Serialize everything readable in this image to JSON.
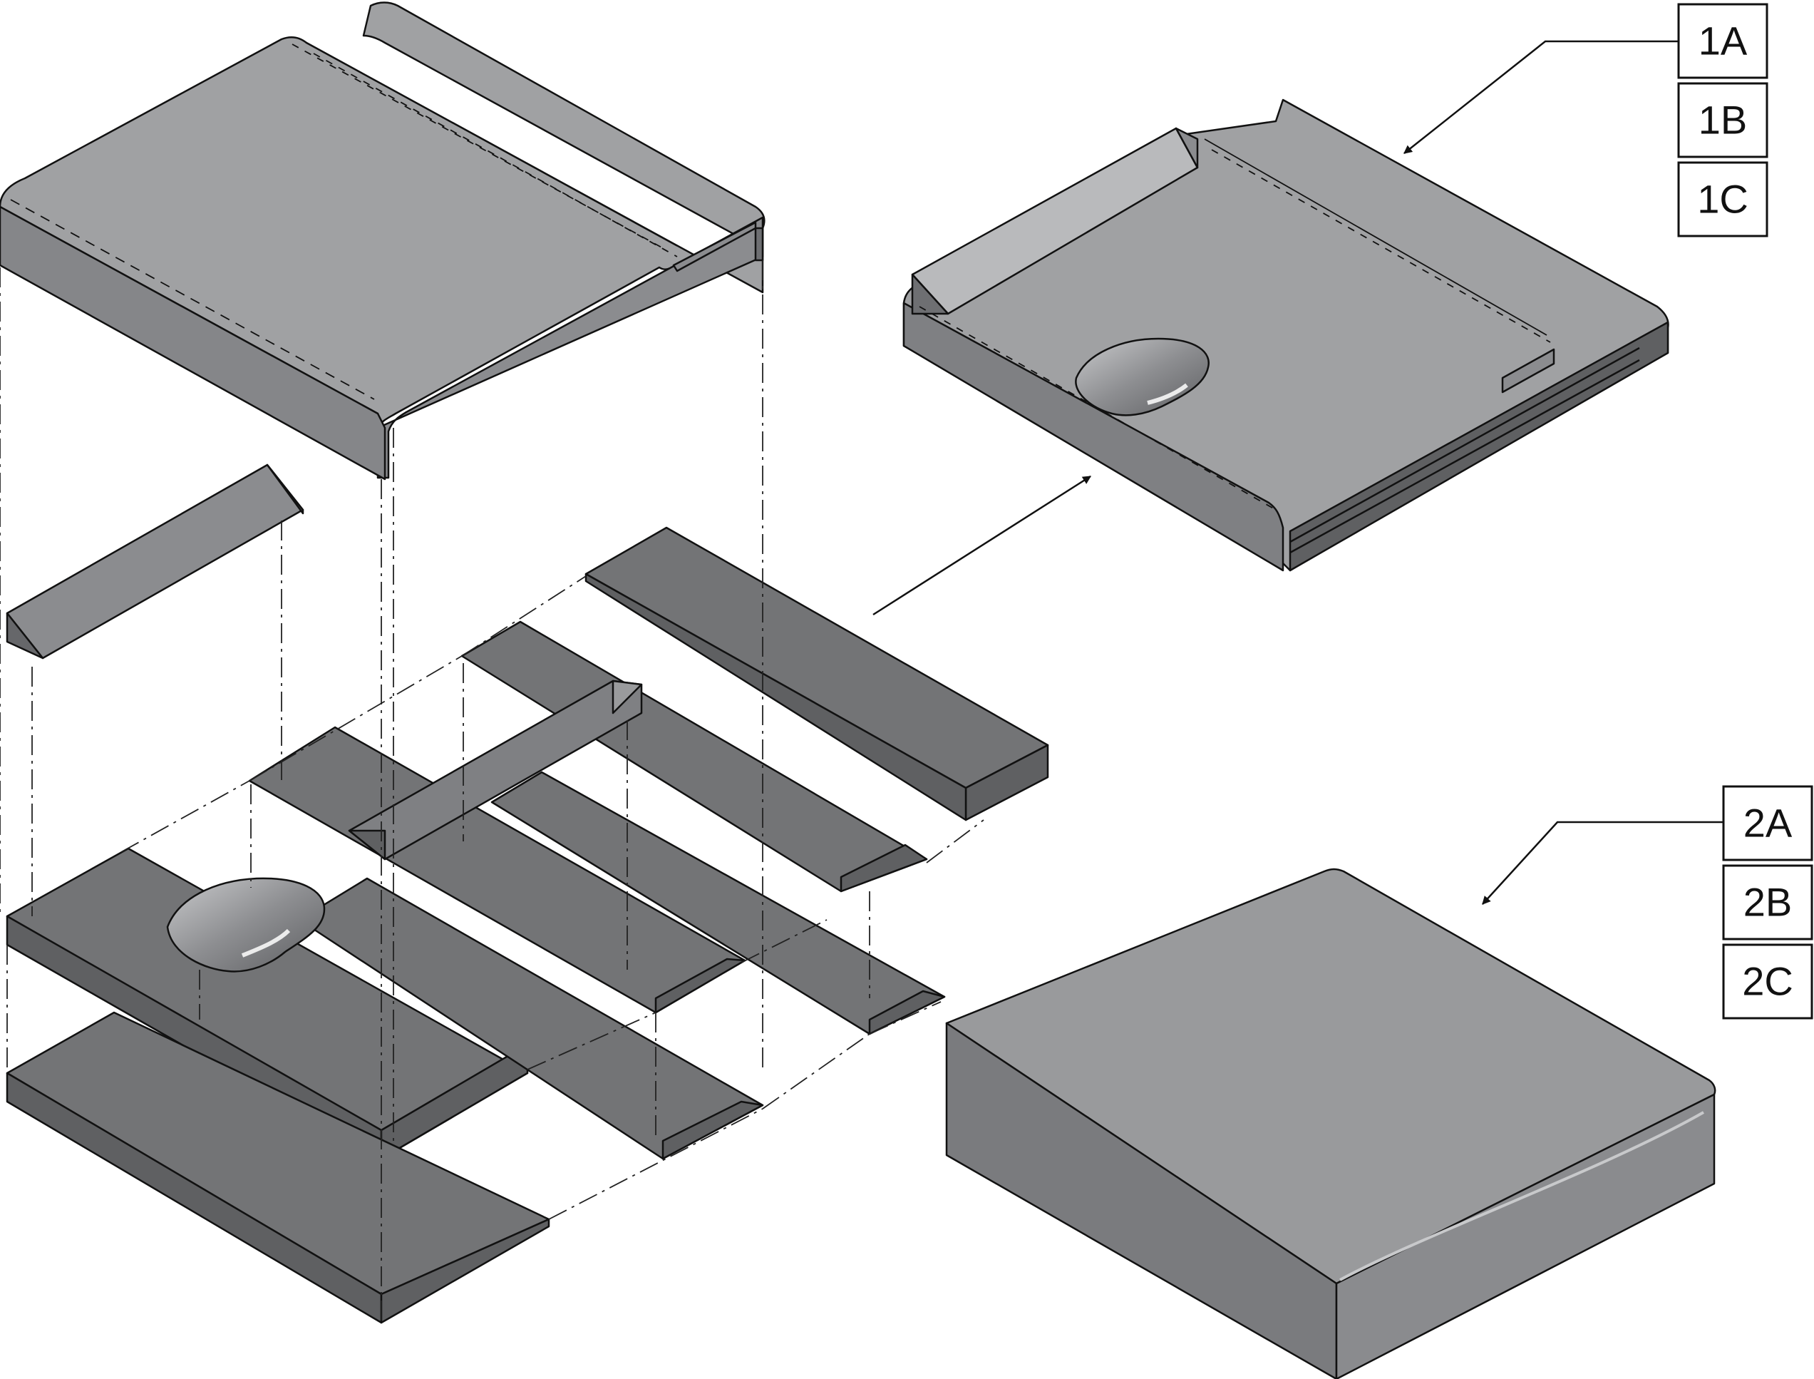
{
  "callouts": {
    "assembled_cover": [
      "1A",
      "1B",
      "1C"
    ],
    "finished_cushion": [
      "2A",
      "2B",
      "2C"
    ]
  },
  "colors": {
    "cover_top": "#a0a1a3",
    "cover_side": "#7f8083",
    "foam_top": "#737476",
    "foam_side": "#5f6062",
    "cushion_top": "#999a9c",
    "cushion_side": "#7a7b7e",
    "line": "#111111",
    "background": "#ffffff"
  }
}
